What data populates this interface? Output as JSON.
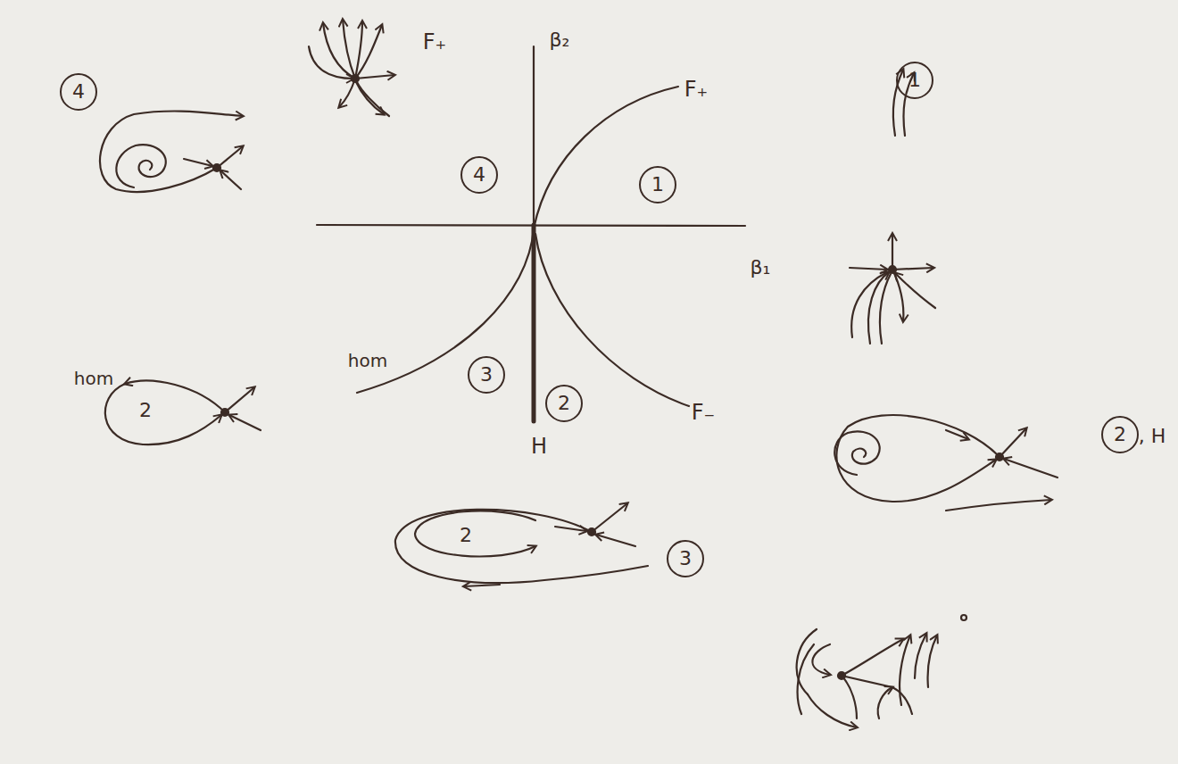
{
  "diagram": {
    "nodes": [
      {
        "text": [
          "4"
        ]
      },
      {
        "text": [
          "1"
        ]
      },
      {
        "text": [
          "4"
        ]
      },
      {
        "text": [
          "1"
        ]
      },
      {
        "text": [
          "3"
        ]
      },
      {
        "text": [
          "2"
        ]
      },
      {
        "text": [
          "2"
        ]
      },
      {
        "text": [
          "3"
        ]
      }
    ],
    "labels": [
      "F₊",
      "β₂",
      "F₊",
      "β₁",
      "hom",
      "hom",
      "H",
      "F₋",
      "2",
      "2",
      ", H"
    ]
  }
}
